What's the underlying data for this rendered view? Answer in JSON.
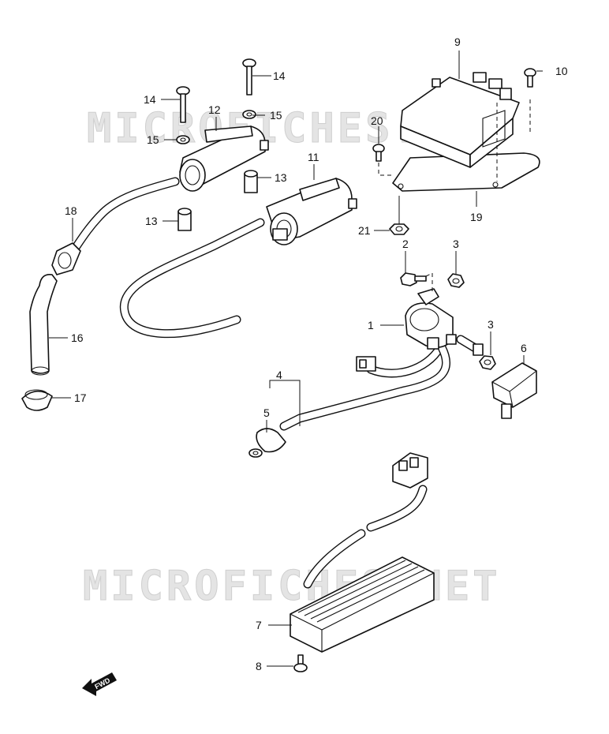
{
  "watermark": {
    "text": "MICROFICHES.NET"
  },
  "direction_marker": {
    "label": "FWD"
  },
  "callouts": {
    "n1": "1",
    "n2": "2",
    "n3a": "3",
    "n3b": "3",
    "n4": "4",
    "n5": "5",
    "n6": "6",
    "n7": "7",
    "n8": "8",
    "n9": "9",
    "n10": "10",
    "n11": "11",
    "n12": "12",
    "n13a": "13",
    "n13b": "13",
    "n14a": "14",
    "n14b": "14",
    "n15a": "15",
    "n15b": "15",
    "n16": "16",
    "n17": "17",
    "n18": "18",
    "n19": "19",
    "n20": "20",
    "n21": "21"
  }
}
